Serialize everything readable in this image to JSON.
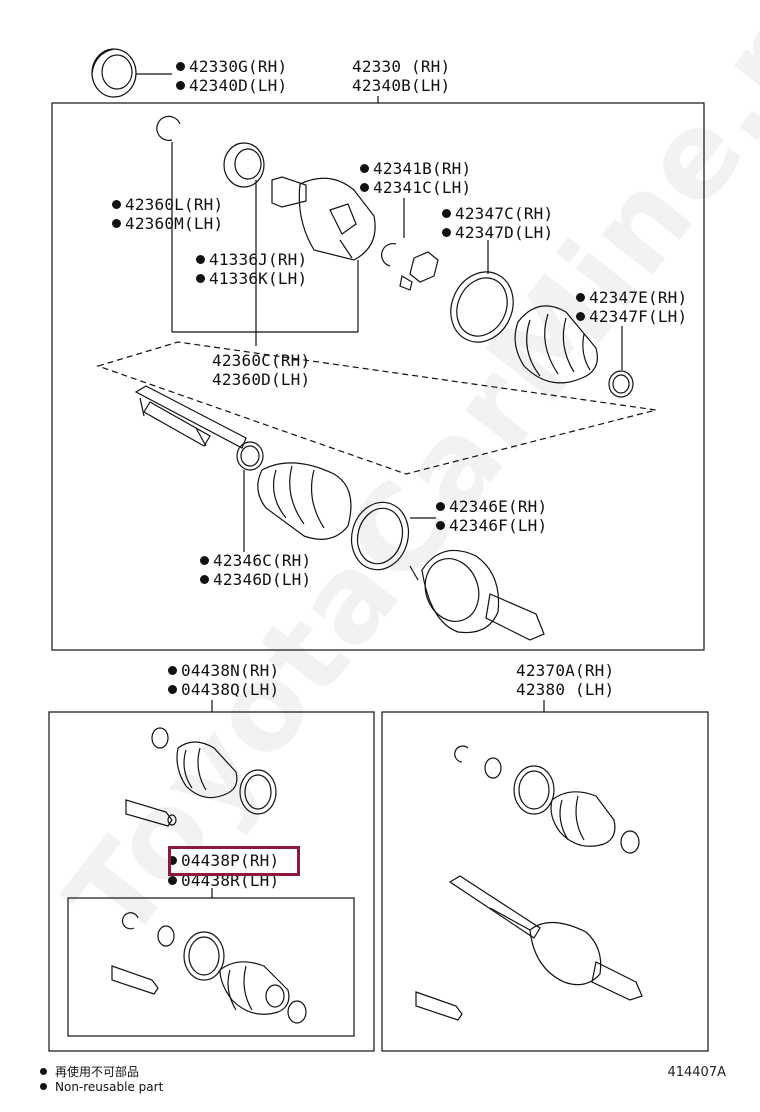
{
  "watermark": "ToyotaCarMine.ru",
  "top_group": {
    "seal_label": [
      "42330G(RH)",
      "42340D(LH)"
    ],
    "assembly_label": [
      "42330 (RH)",
      "42340B(LH)"
    ]
  },
  "callouts": {
    "ring": [
      "42360L(RH)",
      "42360M(LH)"
    ],
    "boot_seal": [
      "41336J(RH)",
      "41336K(LH)"
    ],
    "snap": [
      "42341B(RH)",
      "42341C(LH)"
    ],
    "clamp_inner": [
      "42347C(RH)",
      "42347D(LH)"
    ],
    "clamp_small": [
      "42347E(RH)",
      "42347F(LH)"
    ],
    "shaft": [
      "42360C(RH)",
      "42360D(LH)"
    ],
    "band_outer": [
      "42346E(RH)",
      "42346F(LH)"
    ],
    "band_small": [
      "42346C(RH)",
      "42346D(LH)"
    ]
  },
  "kits": {
    "left_upper": [
      "04438N(RH)",
      "04438Q(LH)"
    ],
    "right": [
      "42370A(RH)",
      "42380 (LH)"
    ],
    "left_lower": [
      "04438P(RH)",
      "04438R(LH)"
    ]
  },
  "legend": {
    "chinese": "再使用不可部品",
    "english": "Non-reusable part"
  },
  "diagram_code": "414407A",
  "highlight_color": "#8b1a3a"
}
